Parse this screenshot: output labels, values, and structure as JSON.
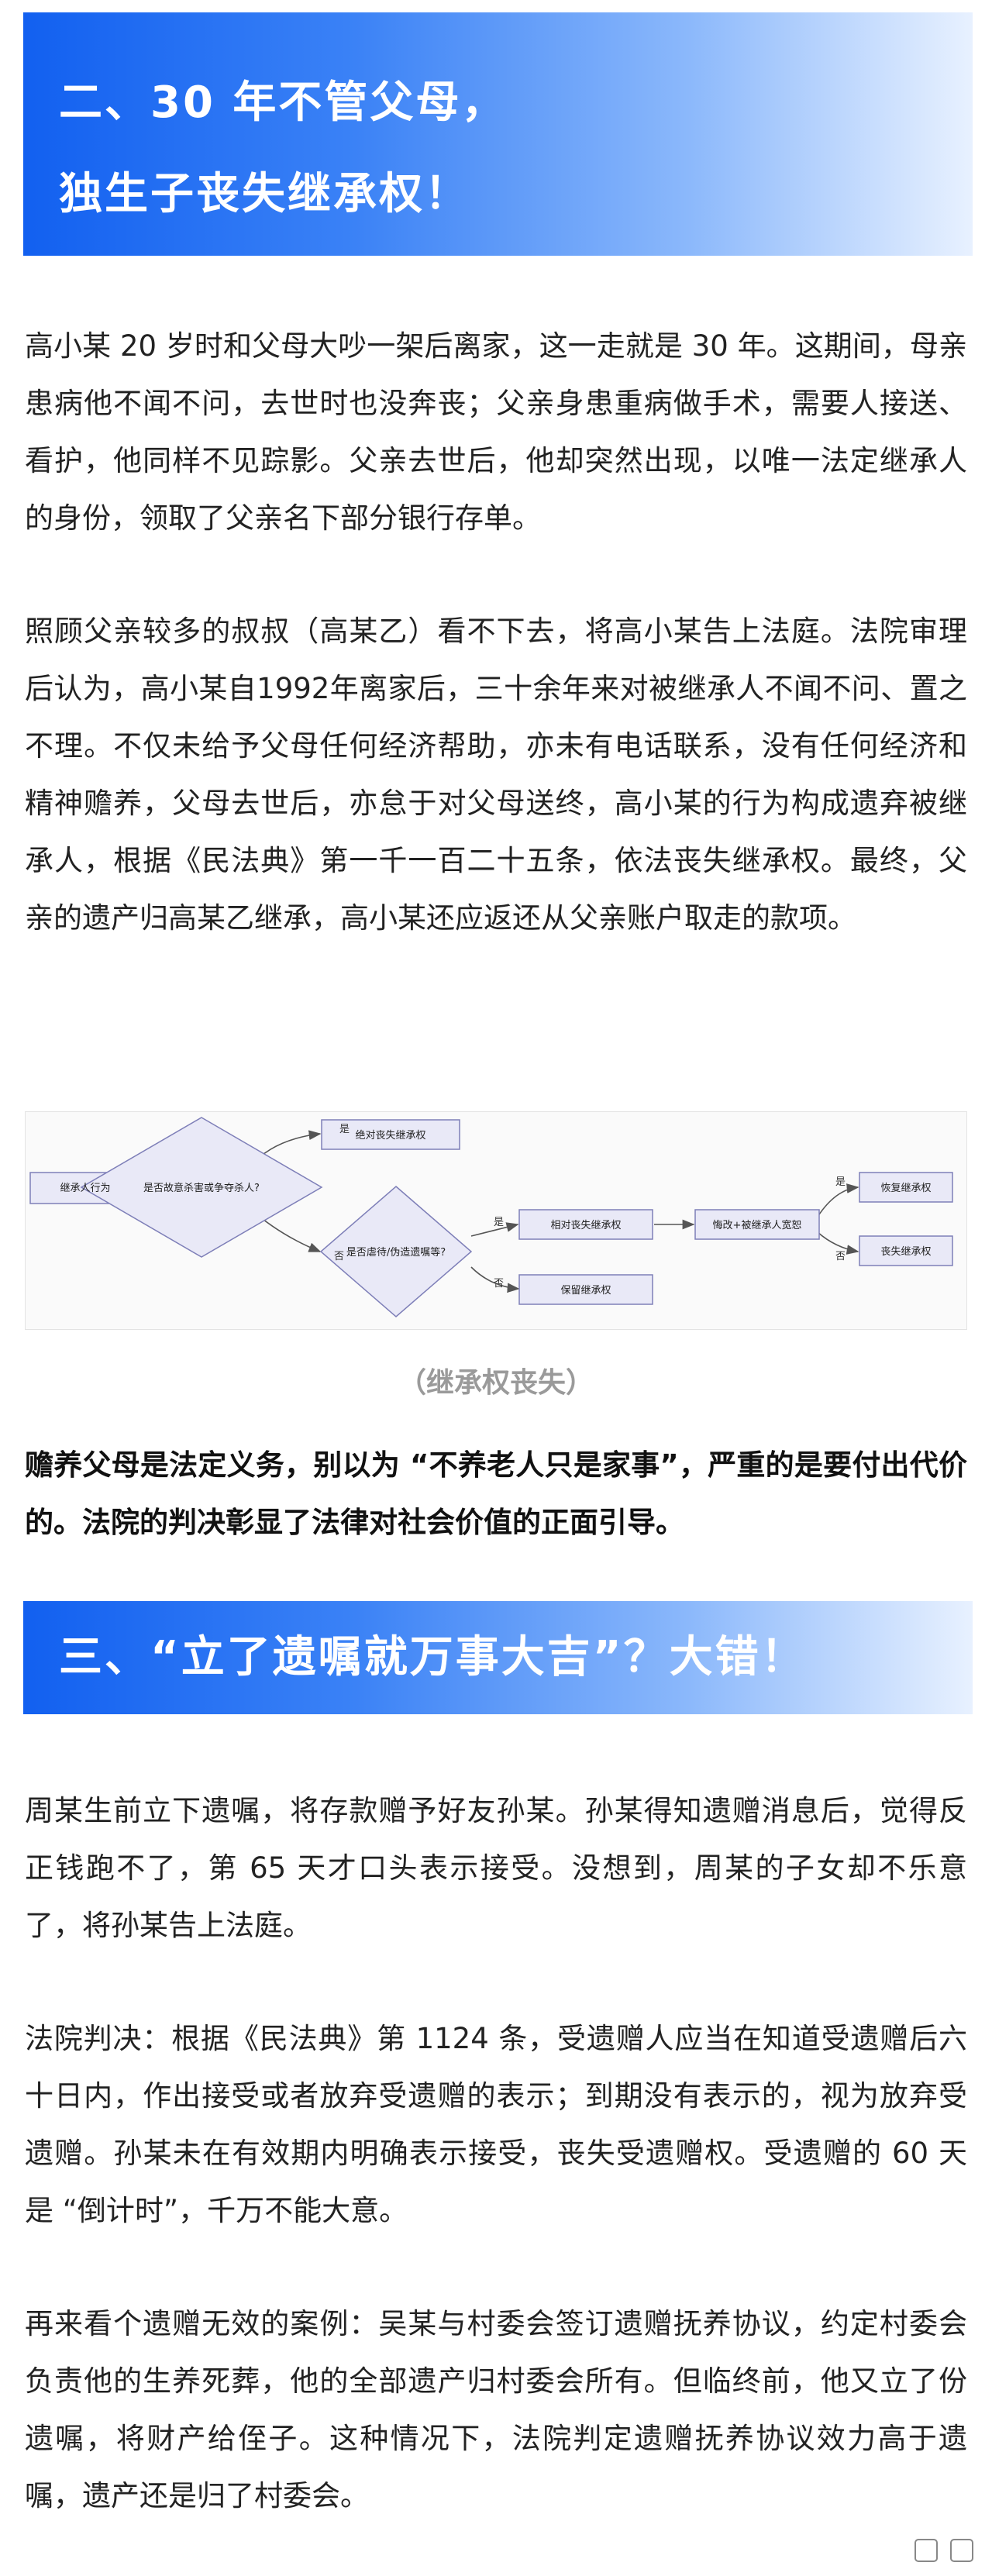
{
  "section2": {
    "title_line1": "二、30 年不管父母，",
    "title_line2": "独生子丧失继承权！"
  },
  "para1": "高小某 20 岁时和父母大吵一架后离家，这一走就是 30 年。这期间，母亲患病他不闻不问，去世时也没奔丧；父亲身患重病做手术，需要人接送、看护，他同样不见踪影。父亲去世后，他却突然出现，以唯一法定继承人的身份，领取了父亲名下部分银行存单。",
  "para2": "照顾父亲较多的叔叔（高某乙）看不下去，将高小某告上法庭。法院审理后认为，高小某自1992年离家后，三十余年来对被继承人不闻不问、置之不理。不仅未给予父母任何经济帮助，亦未有电话联系，没有任何经济和精神赡养，父母去世后，亦怠于对父母送终，高小某的行为构成遗弃被继承人，根据《民法典》第一千一百二十五条，依法丧失继承权。最终，父亲的遗产归高某乙继承，高小某还应返还从父亲账户取走的款项。",
  "flowchart": {
    "nodes": {
      "start": "继承人行为",
      "d1": "是否故意杀害或争夺杀人?",
      "n_abs": "绝对丧失继承权",
      "d2": "是否虐待/伪造遗嘱等?",
      "n_rel": "相对丧失继承权",
      "n_keep": "保留继承权",
      "n_repent": "悔改+被继承人宽恕",
      "n_restore": "恢复继承权",
      "n_lose": "丧失继承权"
    },
    "labels": {
      "yes1": "是",
      "no1": "否",
      "yes2": "是",
      "no2": "否",
      "yes3": "是",
      "no3": "否"
    },
    "caption": "（继承权丧失）"
  },
  "para3": "赡养父母是法定义务，别以为 “不养老人只是家事”，严重的是要付出代价的。法院的判决彰显了法律对社会价值的正面引导。",
  "section3": {
    "title": "三、“立了遗嘱就万事大吉”？大错！"
  },
  "para4": "周某生前立下遗嘱，将存款赠予好友孙某。孙某得知遗赠消息后，觉得反正钱跑不了，第 65 天才口头表示接受。没想到，周某的子女却不乐意了，将孙某告上法庭。",
  "para5": "法院判决：根据《民法典》第 1124 条，受遗赠人应当在知道受遗赠后六十日内，作出接受或者放弃受遗赠的表示；到期没有表示的，视为放弃受遗赠。孙某未在有效期内明确表示接受，丧失受遗赠权。受遗赠的 60 天是 “倒计时”，千万不能大意。",
  "para6": "再来看个遗赠无效的案例：吴某与村委会签订遗赠抚养协议，约定村委会负责他的生养死葬，他的全部遗产归村委会所有。但临终前，他又立了份遗嘱，将财产给侄子。这种情况下，法院判定遗赠抚养协议效力高于遗嘱，遗产还是归了村委会。"
}
